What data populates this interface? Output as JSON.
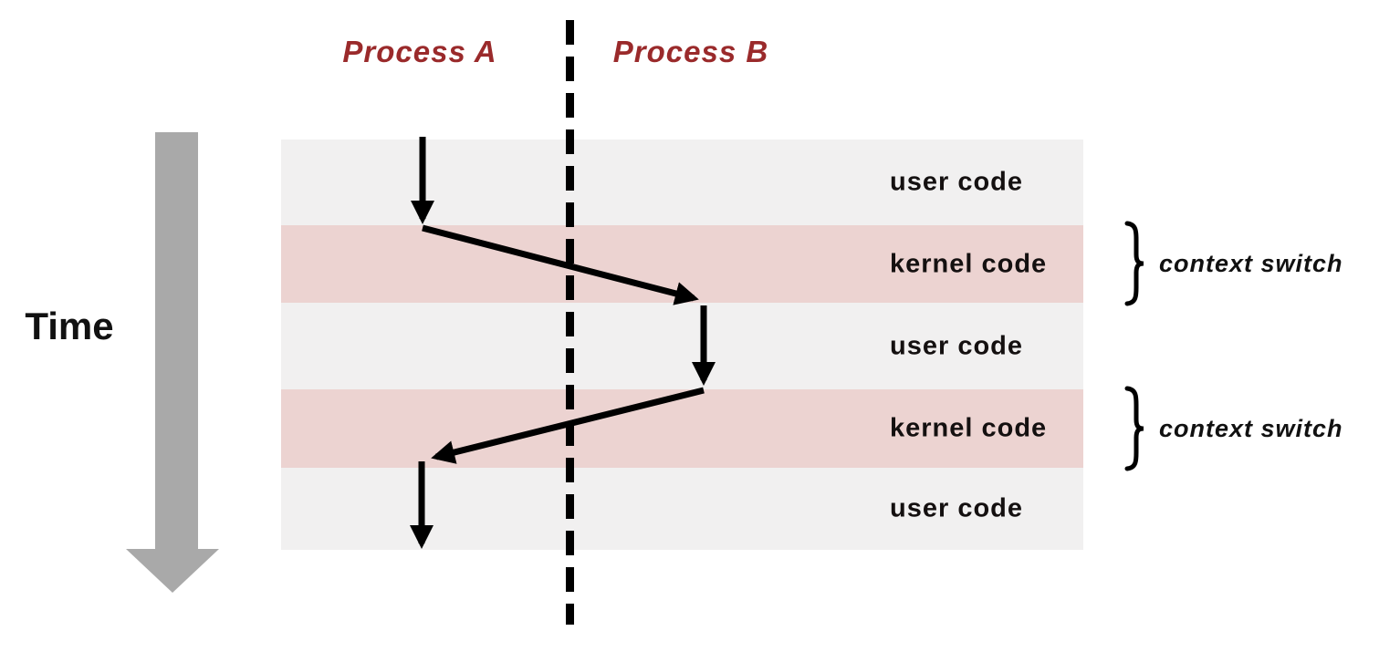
{
  "diagram": {
    "process_a_label": "Process A",
    "process_b_label": "Process B",
    "time_label": "Time",
    "bands": [
      {
        "type": "user",
        "label": "user code"
      },
      {
        "type": "kernel",
        "label": "kernel code",
        "annotation": "context switch"
      },
      {
        "type": "user",
        "label": "user code"
      },
      {
        "type": "kernel",
        "label": "kernel code",
        "annotation": "context switch"
      },
      {
        "type": "user",
        "label": "user code"
      }
    ],
    "colors": {
      "user_band": "#f1f0f0",
      "kernel_band": "#ecd3d1",
      "process_label": "#9a2a2b",
      "time_arrow": "#a9a9a9",
      "flow_arrow": "#000000",
      "divider": "#000000"
    }
  }
}
